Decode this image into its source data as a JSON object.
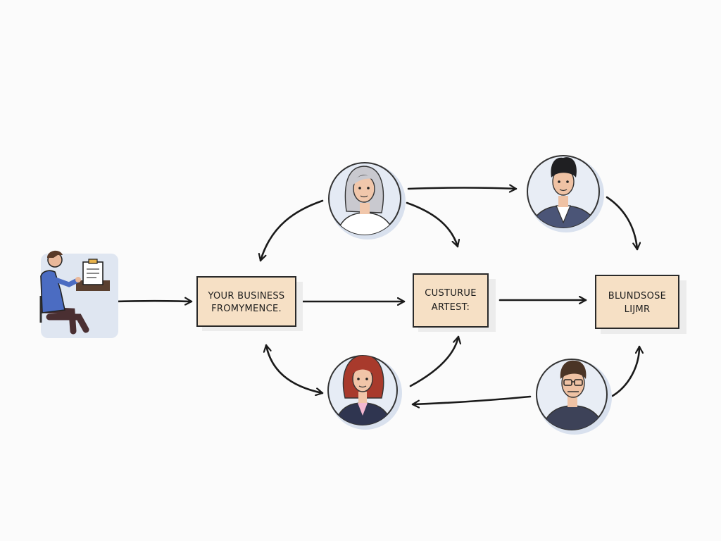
{
  "boxes": {
    "business": {
      "line1": "YOUR BUSINESS",
      "line2": "FROMYMENCE."
    },
    "customer": {
      "line1": "CUSTURUE",
      "line2": "ARTEST:"
    },
    "blundsose": {
      "line1": "BLUNDSOSE",
      "line2": "LIJMR"
    }
  },
  "colors": {
    "box_fill": "#f6e0c5",
    "box_stroke": "#2a2a2a",
    "avatar_bg": "#dde4f0",
    "arrow": "#1a1a1a",
    "background": "#fbfbfb"
  },
  "icons": {
    "worker": "person-at-desk-icon",
    "gray_hair_woman": "gray-haired-woman-avatar",
    "young_man": "dark-haired-man-avatar",
    "red_hair_woman": "red-haired-woman-avatar",
    "glasses_man": "man-with-glasses-avatar"
  }
}
